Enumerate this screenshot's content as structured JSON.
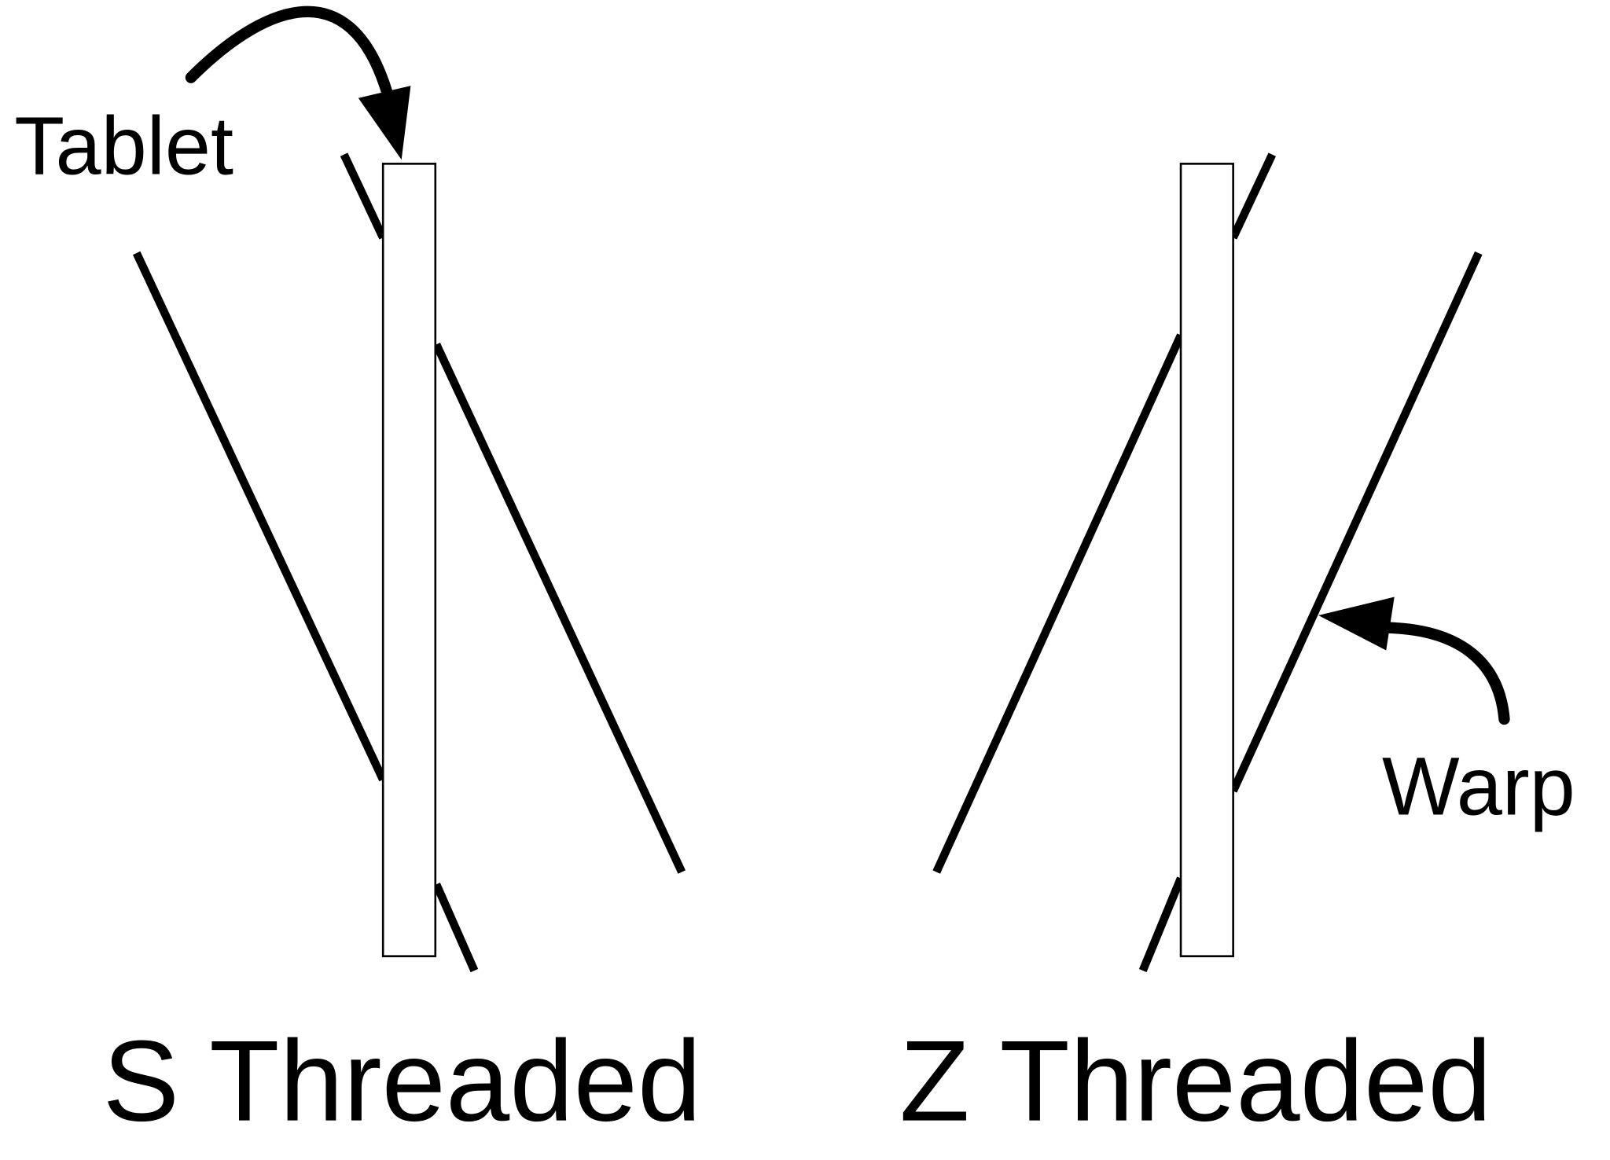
{
  "diagram": {
    "title": "Tablet weaving threading direction",
    "colors": {
      "stroke": "#000000",
      "background": "#ffffff",
      "tablet_fill": "#ffffff"
    },
    "labels": {
      "tablet": "Tablet",
      "warp": "Warp",
      "s_threaded": "S Threaded",
      "z_threaded": "Z Threaded"
    },
    "panels": [
      {
        "name": "S Threaded",
        "warp_slant": "top-left to bottom-right"
      },
      {
        "name": "Z Threaded",
        "warp_slant": "top-right to bottom-left"
      }
    ],
    "annotations": [
      {
        "label": "Tablet",
        "points_to": "top of S-threaded tablet"
      },
      {
        "label": "Warp",
        "points_to": "warp thread of Z-threaded tablet"
      }
    ]
  }
}
